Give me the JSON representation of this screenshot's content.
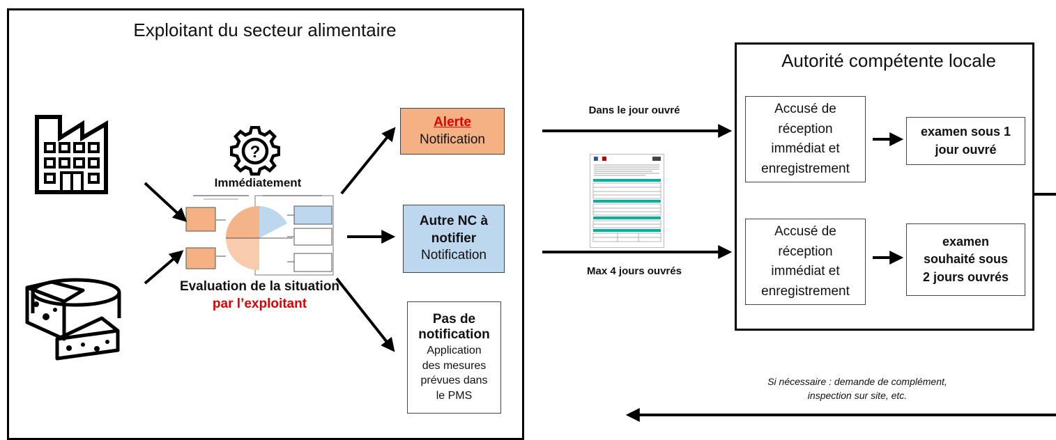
{
  "operator": {
    "title": "Exploitant du secteur alimentaire",
    "timing": "Immédiatement",
    "evaluation_line1": "Evaluation de la situation",
    "evaluation_line2": "par l’exploitant",
    "icons": [
      "factory-icon",
      "cheese-icon",
      "gear-question-icon"
    ]
  },
  "outcomes": {
    "alert": {
      "title": "Alerte",
      "subtitle": "Notification",
      "color": "#f4b183",
      "title_color": "#e00000"
    },
    "other_nc": {
      "title_line1": "Autre NC à",
      "title_line2": "notifier",
      "subtitle": "Notification",
      "color": "#bdd7ee"
    },
    "no_notification": {
      "title_line1": "Pas de",
      "title_line2": "notification",
      "desc": [
        "Application",
        "des mesures",
        "prévues dans",
        "le PMS"
      ]
    }
  },
  "flows": {
    "same_day": "Dans le jour ouvré",
    "max_days": "Max 4 jours ouvrés",
    "return_note_line1": "Si nécessaire : demande de complément,",
    "return_note_line2": "inspection sur site, etc."
  },
  "authority": {
    "title": "Autorité compétente locale",
    "receipt_1": [
      "Accusé de",
      "réception",
      "immédiat et",
      "enregistrement"
    ],
    "receipt_2": [
      "Accusé de",
      "réception",
      "immédiat et",
      "enregistrement"
    ],
    "exam_1": [
      "examen sous 1",
      "jour ouvré"
    ],
    "exam_2": [
      "examen",
      "souhaité sous",
      "2 jours ouvrés"
    ]
  }
}
